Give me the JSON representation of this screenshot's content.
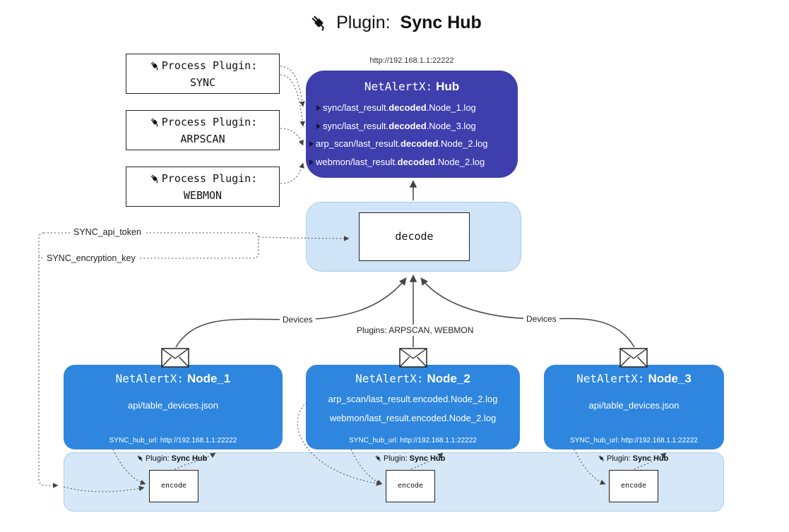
{
  "colors": {
    "hub_bg": "#3e3ead",
    "node_bg": "#2e86de",
    "container_bg": "#cfe4f7",
    "container_border": "#a8cdec",
    "arrow": "#444444"
  },
  "title": {
    "prefix": "Plugin:",
    "name": "Sync Hub"
  },
  "hub": {
    "url": "http://192.168.1.1:22222",
    "title_prefix": "NetAlertX:",
    "title_name": "Hub",
    "lines": [
      {
        "pre": "sync/last_result.",
        "bold": "decoded",
        "post": ".Node_1.log"
      },
      {
        "pre": "sync/last_result.",
        "bold": "decoded",
        "post": ".Node_3.log"
      },
      {
        "pre": "arp_scan/last_result.",
        "bold": "decoded",
        "post": ".Node_2.log"
      },
      {
        "pre": "webmon/last_result.",
        "bold": "decoded",
        "post": ".Node_2.log"
      }
    ]
  },
  "process_plugins": [
    {
      "label": "Process Plugin:",
      "name": "SYNC"
    },
    {
      "label": "Process Plugin:",
      "name": "ARPSCAN"
    },
    {
      "label": "Process Plugin:",
      "name": "WEBMON"
    }
  ],
  "decode_label": "decode",
  "tokens": {
    "api_token": "SYNC_api_token",
    "encryption_key": "SYNC_encryption_key"
  },
  "edge_labels": {
    "left": "Devices",
    "center": "Plugins: ARPSCAN, WEBMON",
    "right": "Devices"
  },
  "nodes": [
    {
      "title_prefix": "NetAlertX:",
      "title_name": "Node_1",
      "lines": [
        "api/table_devices.json"
      ],
      "hub_url": "SYNC_hub_url: http://192.168.1.1:22222"
    },
    {
      "title_prefix": "NetAlertX:",
      "title_name": "Node_2",
      "lines": [
        "arp_scan/last_result.encoded.Node_2.log",
        "webmon/last_result.encoded.Node_2.log"
      ],
      "hub_url": "SYNC_hub_url: http://192.168.1.1:22222"
    },
    {
      "title_prefix": "NetAlertX:",
      "title_name": "Node_3",
      "lines": [
        "api/table_devices.json"
      ],
      "hub_url": "SYNC_hub_url: http://192.168.1.1:22222"
    }
  ],
  "encode": {
    "label_prefix": "Plugin:",
    "label_name": "Sync Hub",
    "box_label": "encode"
  }
}
